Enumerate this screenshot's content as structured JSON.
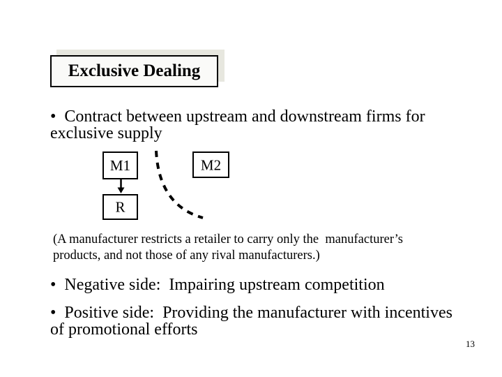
{
  "slide": {
    "title": "Exclusive Dealing",
    "bullet_char": "•",
    "bullets": [
      {
        "text": "Contract between upstream and downstream firms for\nexclusive supply"
      },
      {
        "text": "Negative side:  Impairing upstream competition"
      },
      {
        "text": "Positive side:  Providing the manufacturer with incentives\nof promotional efforts"
      }
    ],
    "note": "(A manufacturer restricts a retailer to carry only the  manufacturer’s\nproducts, and not those of any rival manufacturers.)",
    "diagram": {
      "box_m1_label": "M1",
      "box_m2_label": "M2",
      "box_r_label": "R"
    },
    "page_number": "13",
    "colors": {
      "background": "#ffffff",
      "text": "#000000",
      "box_border": "#000000",
      "title_box_fill": "#fafaf8",
      "title_box_shadow": "#e7e7df"
    }
  }
}
